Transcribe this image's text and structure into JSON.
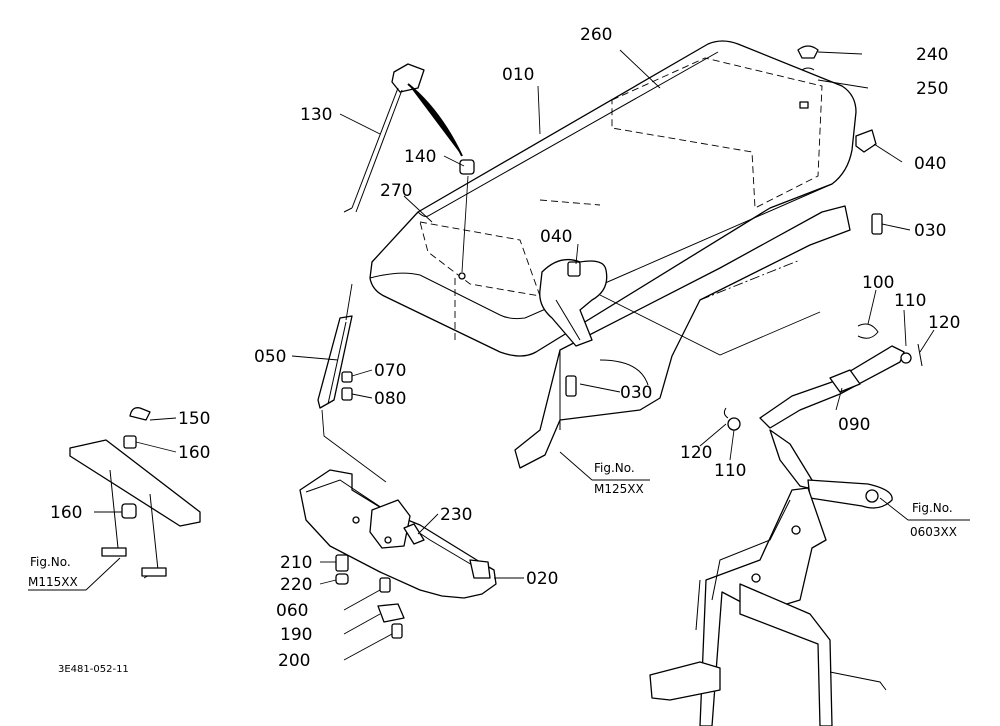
{
  "diagram": {
    "callouts": [
      "260",
      "240",
      "010",
      "250",
      "130",
      "140",
      "040",
      "270",
      "030",
      "040",
      "100",
      "110",
      "120",
      "050",
      "070",
      "080",
      "030",
      "150",
      "160",
      "120",
      "110",
      "090",
      "160",
      "230",
      "210",
      "220",
      "060",
      "190",
      "200",
      "020"
    ],
    "figure_refs": [
      {
        "label": "Fig.No.",
        "number": "M125XX"
      },
      {
        "label": "Fig.No.",
        "number": "0603XX"
      },
      {
        "label": "Fig.No.",
        "number": "M115XX"
      }
    ],
    "drawing_code": "3E481-052-11"
  }
}
